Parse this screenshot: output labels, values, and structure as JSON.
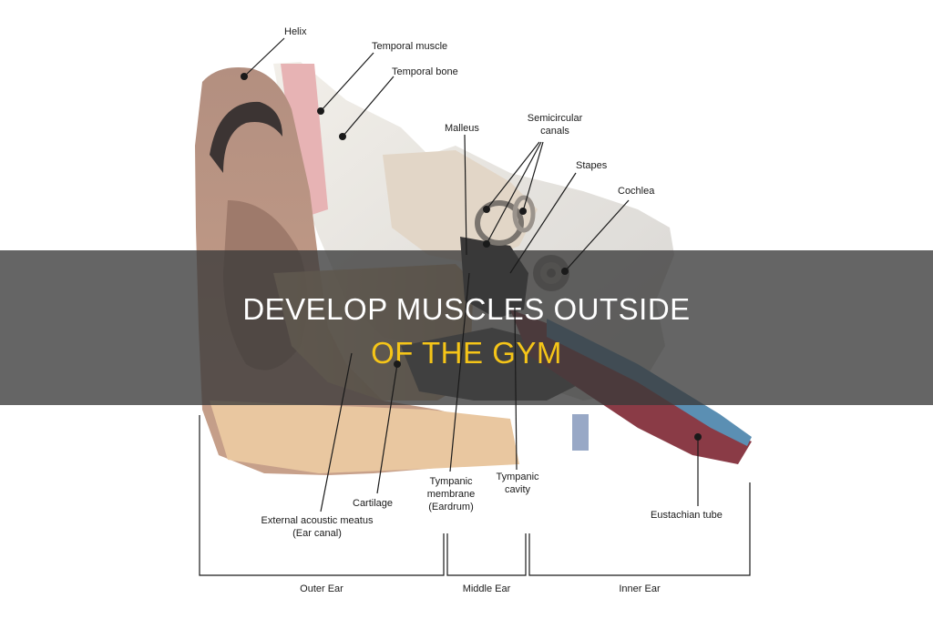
{
  "title": {
    "line1": "DEVELOP MUSCLES OUTSIDE",
    "line2": "OF THE GYM",
    "line1_color": "#ffffff",
    "line2_color": "#f5c518"
  },
  "banner_color": "#3a3a3a",
  "labels": {
    "helix": "Helix",
    "temporal_muscle": "Temporal muscle",
    "temporal_bone": "Temporal bone",
    "malleus": "Malleus",
    "semicircular_canals_1": "Semicircular",
    "semicircular_canals_2": "canals",
    "stapes": "Stapes",
    "cochlea": "Cochlea",
    "tympanic_membrane_1": "Tympanic",
    "tympanic_membrane_2": "membrane",
    "tympanic_membrane_3": "(Eardrum)",
    "tympanic_cavity_1": "Tympanic",
    "tympanic_cavity_2": "cavity",
    "cartilage": "Cartilage",
    "external_meatus_1": "External acoustic meatus",
    "external_meatus_2": "(Ear canal)",
    "eustachian_tube": "Eustachian tube"
  },
  "sections": {
    "outer": "Outer Ear",
    "middle": "Middle Ear",
    "inner": "Inner Ear"
  }
}
